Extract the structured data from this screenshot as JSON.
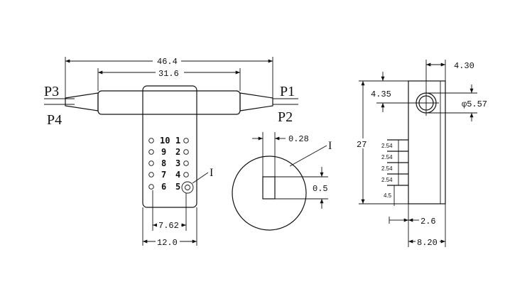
{
  "ports": {
    "p1": "P1",
    "p2": "P2",
    "p3": "P3",
    "p4": "P4"
  },
  "front_view": {
    "dim_overall_width": "46.4",
    "dim_tube_width": "31.6",
    "dim_pin_pitch": "7.62",
    "dim_body_width": "12.0",
    "detail_marker": "I",
    "pins_left": [
      "10",
      "9",
      "8",
      "7",
      "6"
    ],
    "pins_right": [
      "1",
      "2",
      "3",
      "4",
      "5"
    ]
  },
  "detail_view": {
    "marker": "I",
    "dim_width": "0.28",
    "dim_height": "0.5"
  },
  "side_view": {
    "dim_height": "27",
    "dim_top_offset": "4.30",
    "dim_port_height": "4.35",
    "dim_diameter": "φ5.57",
    "pin_pitches": [
      "2.54",
      "2.54",
      "2.54",
      "2.54"
    ],
    "dim_pin_length": "4.5",
    "dim_pin_offset": "2.6",
    "dim_depth": "8.20"
  }
}
